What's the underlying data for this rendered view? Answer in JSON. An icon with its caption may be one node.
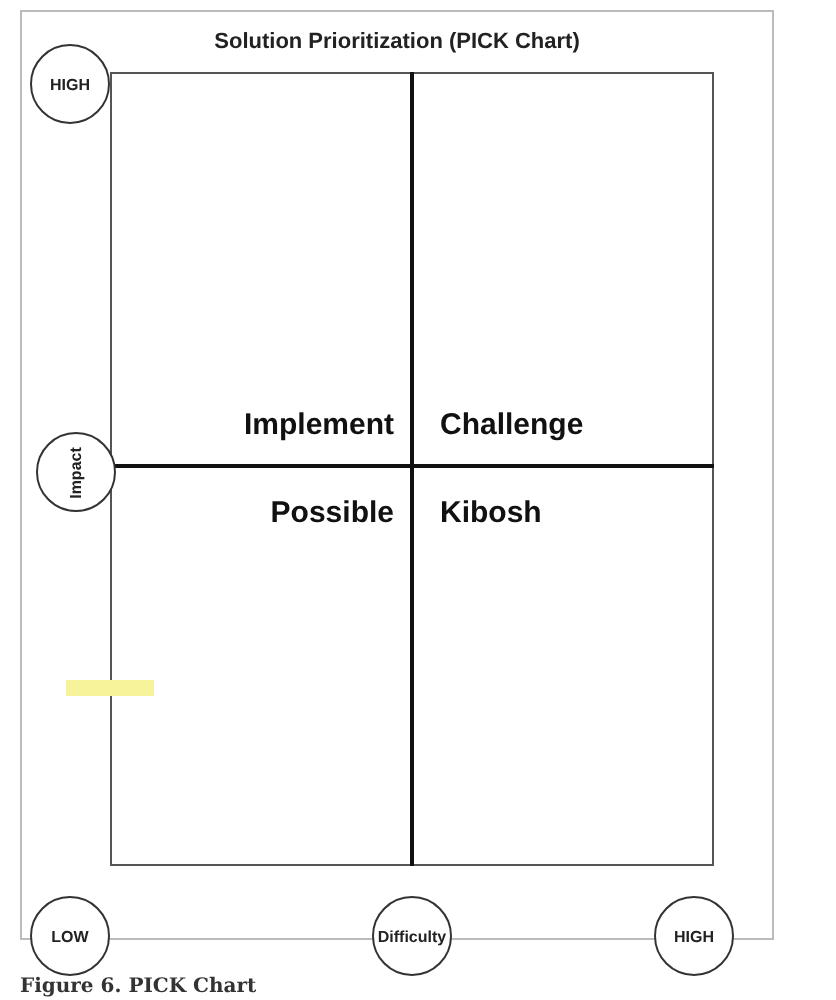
{
  "diagram": {
    "title": "Solution Prioritization (PICK Chart)",
    "caption": "Figure 6. PICK Chart",
    "nodes": [
      {
        "text": [
          "HIGH"
        ]
      },
      {
        "text": [
          "Impact"
        ]
      },
      {
        "text": [
          "LOW"
        ]
      },
      {
        "text": [
          "Difficulty"
        ]
      },
      {
        "text": [
          "HIGH"
        ]
      }
    ],
    "edges": [],
    "labels": [
      "Implement",
      "Challenge",
      "Possible",
      "Kibosh"
    ]
  }
}
